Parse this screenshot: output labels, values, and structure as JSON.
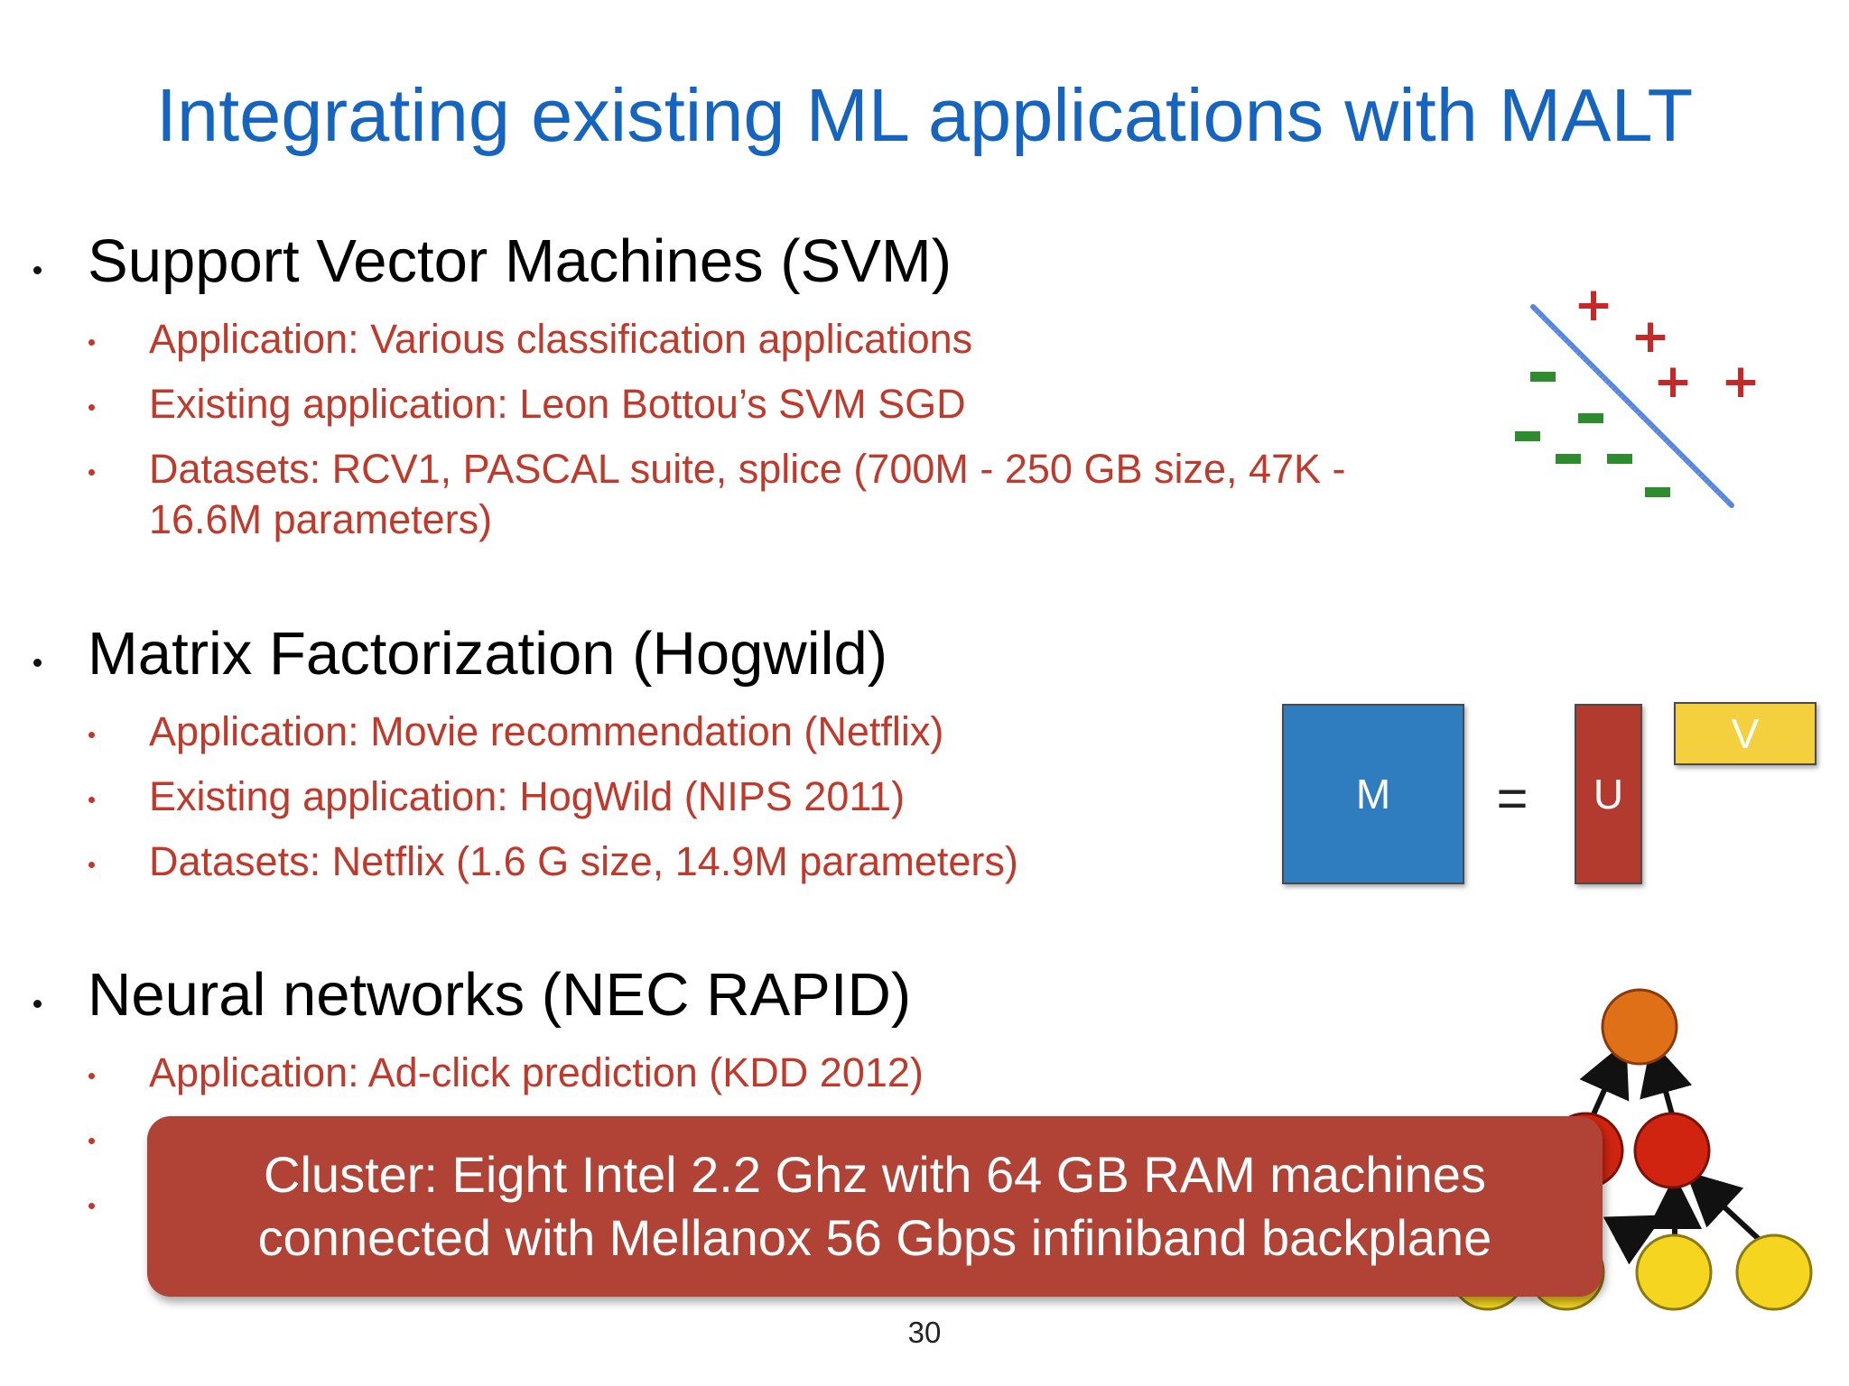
{
  "slide": {
    "title": "Integrating existing ML applications with MALT",
    "page_number": "30"
  },
  "sections": [
    {
      "heading": "Support Vector Machines (SVM)",
      "items": [
        "Application: Various classification applications",
        "Existing application: Leon Bottou’s SVM SGD",
        "Datasets: RCV1, PASCAL suite, splice  (700M - 250 GB size, 47K -",
        "16.6M parameters)"
      ]
    },
    {
      "heading": "Matrix Factorization (Hogwild)",
      "items": [
        "Application: Movie recommendation (Netflix)",
        "Existing application: HogWild (NIPS 2011)",
        "Datasets: Netflix (1.6 G size, 14.9M parameters)"
      ]
    },
    {
      "heading": "Neural networks (NEC RAPID)",
      "items": [
        "Application: Ad-click prediction (KDD 2012)"
      ]
    }
  ],
  "svm_figure": {
    "plus_symbol": "+",
    "minus_symbol": "-",
    "plus_color": "#c62828",
    "minus_color": "#2e8b2e",
    "line_color": "#3a6fd8"
  },
  "matrix_figure": {
    "m_label": "M",
    "equals": "=",
    "u_label": "U",
    "v_label": "V",
    "m_color": "#2f7dbf",
    "u_color": "#b23a2e",
    "v_color": "#f4d03f"
  },
  "nn_figure": {
    "output_color": "#e07018",
    "hidden_color": "#d02410",
    "input_color": "#f5d520",
    "arrow_color": "#111111"
  },
  "overlay": {
    "line1": "Cluster: Eight Intel 2.2 Ghz with 64 GB RAM machines",
    "line2": "connected with Mellanox 56 Gbps infiniband backplane",
    "color": "#b04236"
  }
}
